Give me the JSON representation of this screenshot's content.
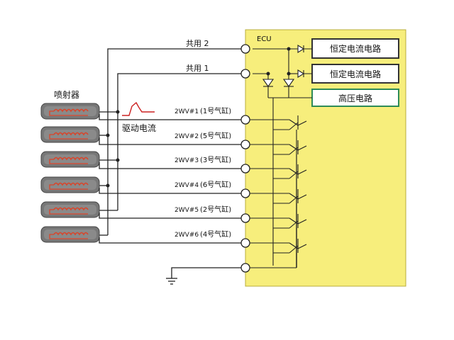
{
  "ecu": {
    "label": "ECU",
    "fill": "#f7ee7c"
  },
  "common": [
    {
      "label": "共用 2"
    },
    {
      "label": "共用 1"
    }
  ],
  "circuits": [
    {
      "label": "恒定电流电路",
      "border": "#333333"
    },
    {
      "label": "恒定电流电路",
      "border": "#333333"
    },
    {
      "label": "高压电路",
      "border": "#2e8b57"
    }
  ],
  "injector_title": "喷射器",
  "drive_current_label": "驱动电流",
  "drive_lines": [
    {
      "code": "2WV#1",
      "cyl": "(1号气缸)"
    },
    {
      "code": "2WV#2",
      "cyl": "(5号气缸)"
    },
    {
      "code": "2WV#3",
      "cyl": "(3号气缸)"
    },
    {
      "code": "2WV#4",
      "cyl": "(6号气缸)"
    },
    {
      "code": "2WV#5",
      "cyl": "(2号气缸)"
    },
    {
      "code": "2WV#6",
      "cyl": "(4号气缸)"
    }
  ],
  "colors": {
    "coil": "#d9452b",
    "waveform": "#cc2222",
    "injector_body": "#777777"
  }
}
